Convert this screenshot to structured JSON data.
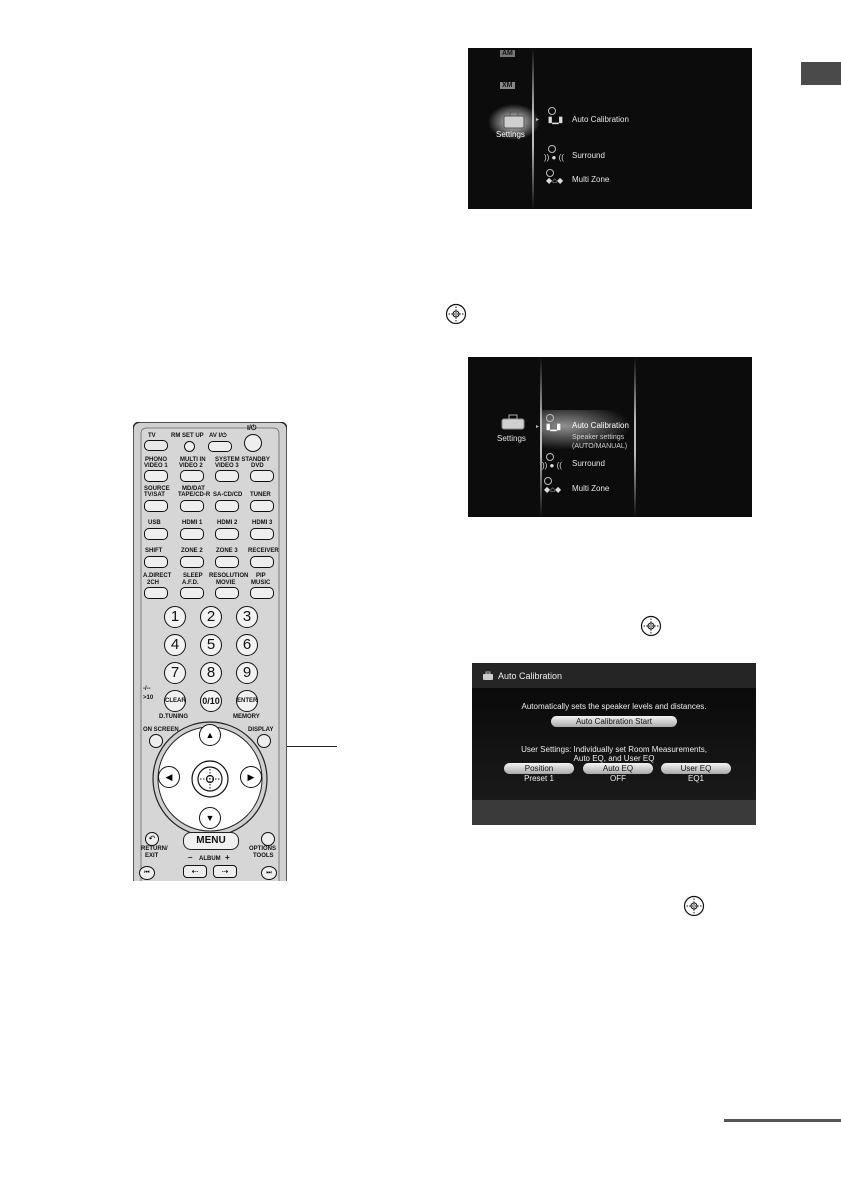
{
  "screen1": {
    "items": {
      "am": "AM",
      "xm": "XM",
      "settings": "Settings",
      "auto_calibration": "Auto Calibration",
      "surround": "Surround",
      "multi_zone": "Multi Zone"
    }
  },
  "screen2": {
    "items": {
      "settings": "Settings",
      "auto_calibration": "Auto Calibration",
      "speaker_settings": "Speaker settings",
      "auto_manual": "(AUTO/MANUAL)",
      "surround": "Surround",
      "multi_zone": "Multi Zone"
    }
  },
  "calibration": {
    "title": "Auto Calibration",
    "description": "Automatically sets the speaker levels and distances.",
    "start_button": "Auto Calibration Start",
    "user_settings_line1": "User Settings: Individually set Room Measurements,",
    "user_settings_line2": "Auto EQ, and User EQ",
    "position_label": "Position",
    "position_value": "Preset 1",
    "auto_eq_label": "Auto EQ",
    "auto_eq_value": "OFF",
    "user_eq_label": "User EQ",
    "user_eq_value": "EQ1"
  },
  "remote": {
    "tv": "TV",
    "rm_set_up": "RM SET UP",
    "av_power": "AV I/⏻",
    "power": "I/⏻",
    "phono": "PHONO",
    "video1": "VIDEO 1",
    "multi_in": "MULTI IN",
    "video2": "VIDEO 2",
    "system_standby": "SYSTEM STANDBY",
    "video3": "VIDEO 3",
    "dvd": "DVD",
    "source": "SOURCE",
    "tv_sat": "TV/SAT",
    "md_dat": "MD/DAT",
    "tape_cdr": "TAPE/CD-R",
    "sacd_cd": "SA-CD/CD",
    "tuner": "TUNER",
    "usb": "USB",
    "hdmi1": "HDMI 1",
    "hdmi2": "HDMI 2",
    "hdmi3": "HDMI 3",
    "shift": "SHIFT",
    "zone2": "ZONE 2",
    "zone3": "ZONE 3",
    "receiver": "RECEIVER",
    "a_direct": "A.DIRECT",
    "two_ch": "2CH",
    "sleep": "SLEEP",
    "afd": "A.F.D.",
    "resolution": "RESOLUTION",
    "movie": "MOVIE",
    "pip": "PIP",
    "music": "MUSIC",
    "n1": "1",
    "n2": "2",
    "n3": "3",
    "n4": "4",
    "n5": "5",
    "n6": "6",
    "n7": "7",
    "n8": "8",
    "n9": "9",
    "dash": "-/--",
    "gt10": ">10",
    "clear": "CLEAR",
    "zero10": "0/10",
    "enter": "ENTER",
    "d_tuning": "D.TUNING",
    "memory": "MEMORY",
    "on_screen": "ON SCREEN",
    "display": "DISPLAY",
    "return_exit": "RETURN/",
    "exit": "EXIT",
    "menu": "MENU",
    "options": "OPTIONS",
    "tools": "TOOLS",
    "minus": "–",
    "album": "ALBUM",
    "plus": "+"
  }
}
